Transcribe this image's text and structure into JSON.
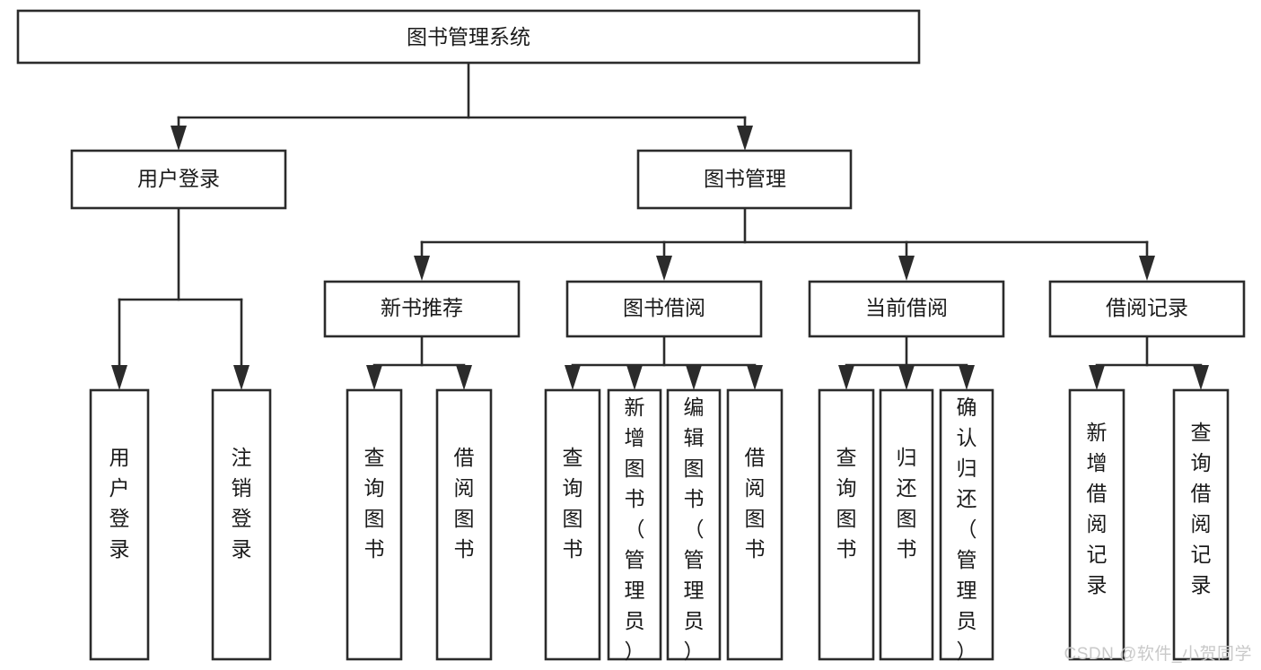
{
  "diagram": {
    "type": "tree-flowchart",
    "title": "图书管理系统",
    "watermark": "CSDN @软件_小贺同学",
    "colors": {
      "box_stroke": "#2b2b2b",
      "box_fill": "#ffffff",
      "text": "#1a1a1a",
      "canvas": "#ffffff",
      "watermark": "#c9c9c9"
    },
    "levels": {
      "root": {
        "label": "图书管理系统"
      },
      "level2": [
        {
          "label": "用户登录"
        },
        {
          "label": "图书管理"
        }
      ],
      "level3": [
        {
          "label": "新书推荐",
          "parent": "图书管理"
        },
        {
          "label": "图书借阅",
          "parent": "图书管理"
        },
        {
          "label": "当前借阅",
          "parent": "图书管理"
        },
        {
          "label": "借阅记录",
          "parent": "图书管理"
        }
      ],
      "level_leaf": [
        {
          "label": "用户登录",
          "parent": "用户登录"
        },
        {
          "label": "注销登录",
          "parent": "用户登录"
        },
        {
          "label": "查询图书",
          "parent": "新书推荐"
        },
        {
          "label": "借阅图书",
          "parent": "新书推荐"
        },
        {
          "label": "查询图书",
          "parent": "图书借阅"
        },
        {
          "label": "新增图书（管理员）",
          "parent": "图书借阅"
        },
        {
          "label": "编辑图书（管理员）",
          "parent": "图书借阅"
        },
        {
          "label": "借阅图书",
          "parent": "图书借阅"
        },
        {
          "label": "查询图书",
          "parent": "当前借阅"
        },
        {
          "label": "归还图书",
          "parent": "当前借阅"
        },
        {
          "label": "确认归还（管理员）",
          "parent": "当前借阅"
        },
        {
          "label": "新增借阅记录",
          "parent": "借阅记录"
        },
        {
          "label": "查询借阅记录",
          "parent": "借阅记录"
        }
      ]
    },
    "nodes": {
      "root": "图书管理系统",
      "n_user_login": "用户登录",
      "n_book_mgmt": "图书管理",
      "n_new_rec": "新书推荐",
      "n_borrow": "图书借阅",
      "n_current": "当前借阅",
      "n_records": "借阅记录",
      "leaf_user_login": "用户登录",
      "leaf_logout": "注销登录",
      "leaf_q1": "查询图书",
      "leaf_b1": "借阅图书",
      "leaf_q2": "查询图书",
      "leaf_add_book": "新增图书（管理员）",
      "leaf_edit_book": "编辑图书（管理员）",
      "leaf_b2": "借阅图书",
      "leaf_q3": "查询图书",
      "leaf_return": "归还图书",
      "leaf_confirm_return": "确认归还（管理员）",
      "leaf_add_record": "新增借阅记录",
      "leaf_query_record": "查询借阅记录"
    }
  }
}
